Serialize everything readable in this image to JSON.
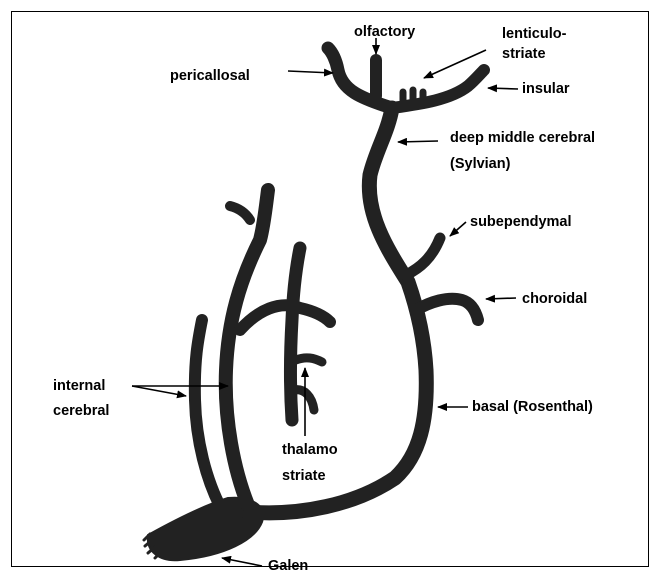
{
  "labels": {
    "olfactory": "olfactory",
    "lenticulo_line1": "lenticulo-",
    "lenticulo_line2": "striate",
    "pericallosal": "pericallosal",
    "insular": "insular",
    "deep_middle_line1": "deep middle cerebral",
    "deep_middle_line2": "(Sylvian)",
    "subependymal": "subependymal",
    "choroidal": "choroidal",
    "internal_line1": "internal",
    "internal_line2": "cerebral",
    "basal": "basal (Rosenthal)",
    "thalamo_line1": "thalamo",
    "thalamo_line2": "striate",
    "galen": "Galen"
  },
  "colors": {
    "vessel": "#222222",
    "ink": "#000000",
    "background": "#ffffff"
  }
}
